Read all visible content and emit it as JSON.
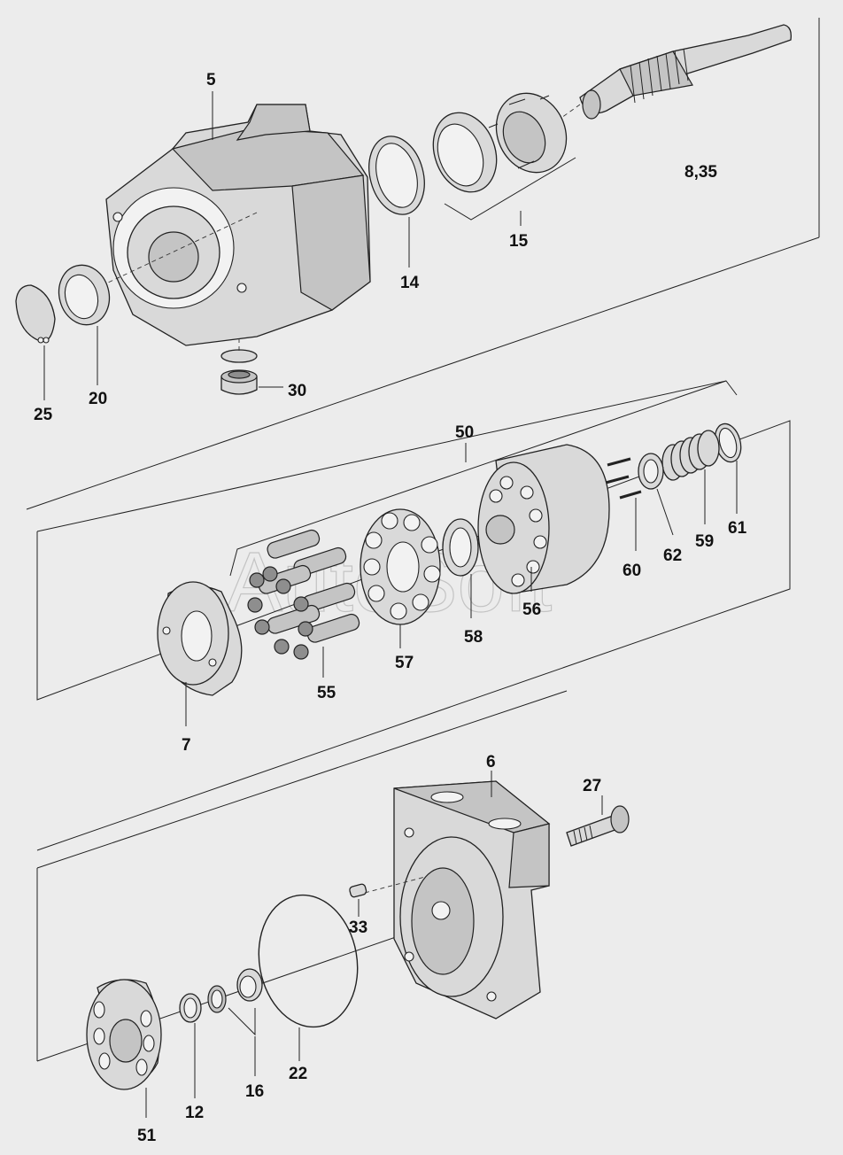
{
  "watermark": "AutoSoft",
  "labels": {
    "p5": "5",
    "p835": "8,35",
    "p15": "15",
    "p14": "14",
    "p30": "30",
    "p25": "25",
    "p20": "20",
    "p50": "50",
    "p60": "60",
    "p62": "62",
    "p59": "59",
    "p61": "61",
    "p56": "56",
    "p58": "58",
    "p57": "57",
    "p55": "55",
    "p7": "7",
    "p6": "6",
    "p27": "27",
    "p33": "33",
    "p22": "22",
    "p16": "16",
    "p12": "12",
    "p51": "51"
  }
}
